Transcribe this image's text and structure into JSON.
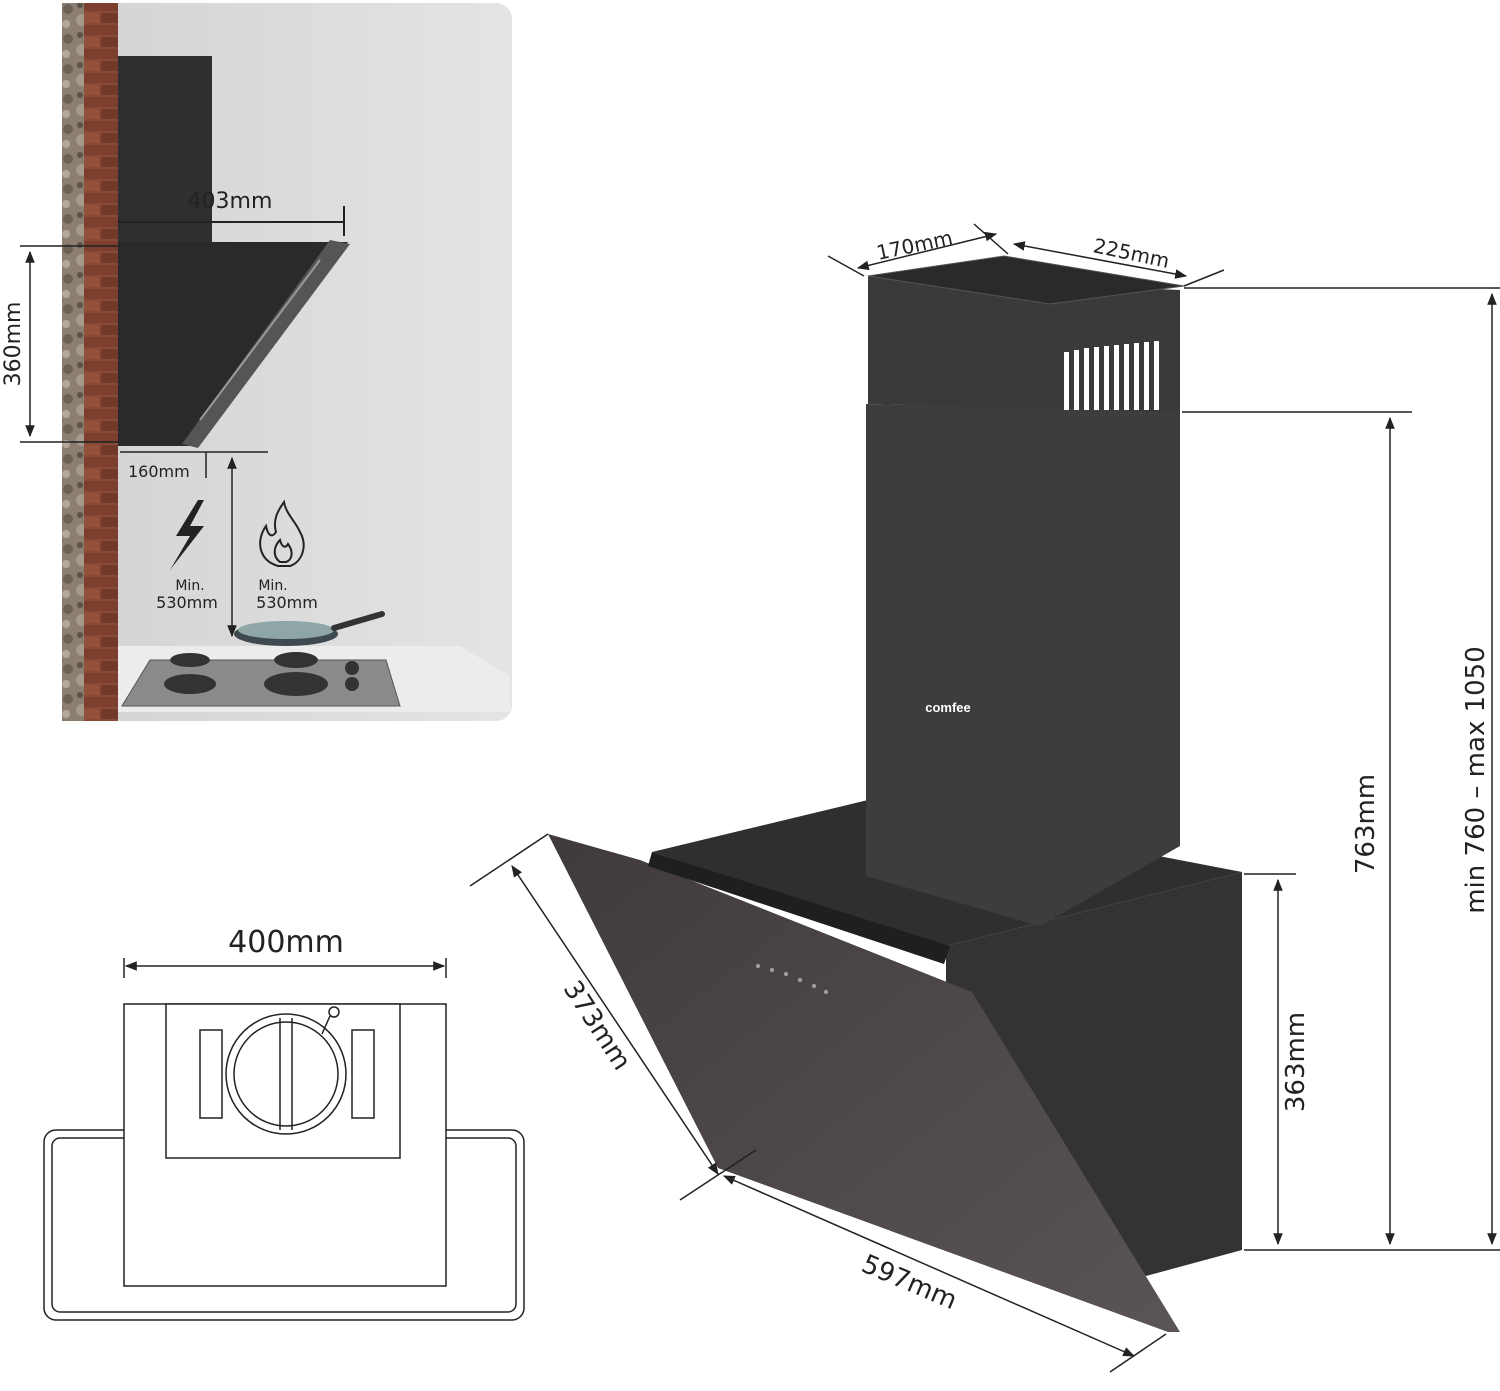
{
  "install_panel": {
    "width_label": "403mm",
    "height_label": "360mm",
    "depth_label": "160mm",
    "electric": {
      "icon": "lightning-icon",
      "min_label": "Min.",
      "value": "530mm"
    },
    "gas": {
      "icon": "flame-icon",
      "min_label": "Min.",
      "value": "530mm"
    }
  },
  "top_view": {
    "width_label": "400mm"
  },
  "hood_3d": {
    "brand": "comfee",
    "chimney_depth_label": "170mm",
    "chimney_width_label": "225mm",
    "glass_height_label": "373mm",
    "glass_width_label": "597mm",
    "body_height_label": "363mm",
    "total_height_label": "763mm",
    "range_label": "min 760 – max 1050"
  },
  "colors": {
    "hood_dark": "#3d3d3f",
    "glass": "#4a4547",
    "panel_bg": "#d9d9d9",
    "brick": "#7a3e2d",
    "dimension_line": "#222222"
  }
}
